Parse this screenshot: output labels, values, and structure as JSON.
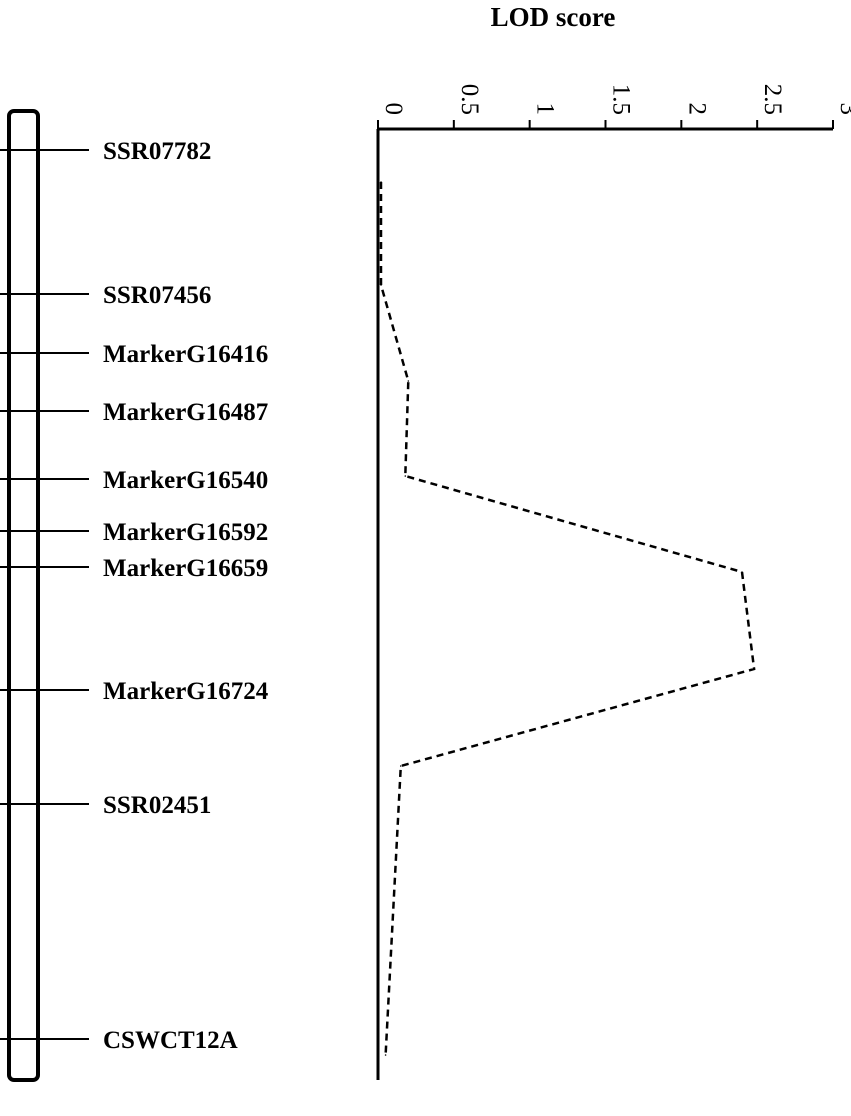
{
  "chart_data": {
    "type": "line",
    "orientation": "vertical",
    "xlabel": "LOD score",
    "xlim": [
      0,
      3
    ],
    "x_ticks": [
      "0",
      "0.5",
      "1",
      "1.5",
      "2",
      "2.5",
      "3"
    ],
    "markers": [
      "SSR07782",
      "SSR07456",
      "MarkerG16416",
      "MarkerG16487",
      "MarkerG16540",
      "MarkerG16592",
      "MarkerG16659",
      "MarkerG16724",
      "SSR02451",
      "CSWCT12A"
    ],
    "series": [
      {
        "line_style": "dashed",
        "values": [
          0.02,
          0.02,
          0.2,
          0.18,
          2.4,
          2.48,
          0.15,
          0.05
        ]
      }
    ],
    "grid": false,
    "legend": "none"
  }
}
